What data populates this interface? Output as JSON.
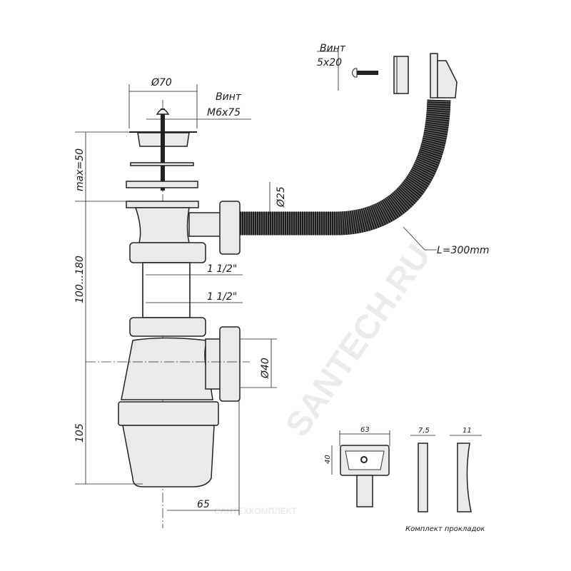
{
  "drawing": {
    "strainer_diameter": "Ø70",
    "strainer_screw_label": "Винт",
    "strainer_screw_size": "M6x75",
    "overflow_screw_label": "Винт",
    "overflow_screw_size": "5x20",
    "hose_diameter": "Ø25",
    "hose_length": "L=300mm",
    "thread_upper": "1 1/2\"",
    "thread_lower": "1 1/2\"",
    "outlet_diameter": "Ø40",
    "height_max": "max=50",
    "height_range": "100...180",
    "height_bottle": "105",
    "offset_width": "65"
  },
  "gasket_set": {
    "width": "63",
    "height": "40",
    "thickness_a": "7,5",
    "thickness_b": "11",
    "caption": "Комплект прокладок"
  },
  "watermark": {
    "main": "SANTECH.RU",
    "footer": "САНТЕХКОМПЛЕКТ"
  }
}
